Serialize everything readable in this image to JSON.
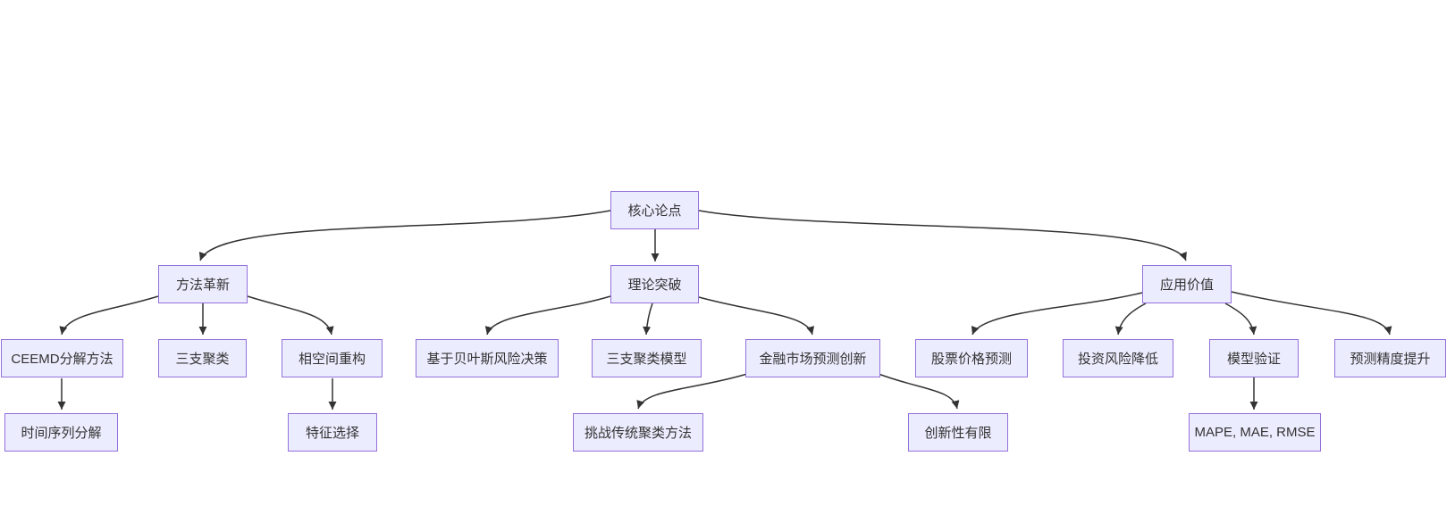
{
  "diagram": {
    "type": "flowchart-top-down",
    "nodes": {
      "core": {
        "id": "core",
        "label": "核心论点",
        "level": 1
      },
      "method": {
        "id": "method",
        "label": "方法革新",
        "level": 2
      },
      "theory": {
        "id": "theory",
        "label": "理论突破",
        "level": 2
      },
      "application": {
        "id": "application",
        "label": "应用价值",
        "level": 2
      },
      "ceemd": {
        "id": "ceemd",
        "label": "CEEMD分解方法",
        "level": 3
      },
      "three_way": {
        "id": "three_way",
        "label": "三支聚类",
        "level": 3
      },
      "phase_space": {
        "id": "phase_space",
        "label": "相空间重构",
        "level": 3
      },
      "bayes": {
        "id": "bayes",
        "label": "基于贝叶斯风险决策",
        "level": 3
      },
      "three_way_model": {
        "id": "three_way_model",
        "label": "三支聚类模型",
        "level": 3
      },
      "finance": {
        "id": "finance",
        "label": "金融市场预测创新",
        "level": 3
      },
      "stock": {
        "id": "stock",
        "label": "股票价格预测",
        "level": 3
      },
      "risk": {
        "id": "risk",
        "label": "投资风险降低",
        "level": 3
      },
      "validation": {
        "id": "validation",
        "label": "模型验证",
        "level": 3
      },
      "accuracy": {
        "id": "accuracy",
        "label": "预测精度提升",
        "level": 3
      },
      "time_series": {
        "id": "time_series",
        "label": "时间序列分解",
        "level": 4
      },
      "feature": {
        "id": "feature",
        "label": "特征选择",
        "level": 4
      },
      "challenge": {
        "id": "challenge",
        "label": "挑战传统聚类方法",
        "level": 4
      },
      "limited": {
        "id": "limited",
        "label": "创新性有限",
        "level": 4
      },
      "metrics": {
        "id": "metrics",
        "label": "MAPE, MAE, RMSE",
        "level": 4
      }
    },
    "edges": [
      [
        "core",
        "method"
      ],
      [
        "core",
        "theory"
      ],
      [
        "core",
        "application"
      ],
      [
        "method",
        "ceemd"
      ],
      [
        "method",
        "three_way"
      ],
      [
        "method",
        "phase_space"
      ],
      [
        "theory",
        "bayes"
      ],
      [
        "theory",
        "three_way_model"
      ],
      [
        "theory",
        "finance"
      ],
      [
        "application",
        "stock"
      ],
      [
        "application",
        "risk"
      ],
      [
        "application",
        "validation"
      ],
      [
        "application",
        "accuracy"
      ],
      [
        "finance",
        "challenge"
      ],
      [
        "finance",
        "limited"
      ],
      [
        "ceemd",
        "time_series"
      ],
      [
        "phase_space",
        "feature"
      ],
      [
        "validation",
        "metrics"
      ]
    ],
    "colors": {
      "node_fill": "#ECECFF",
      "node_border": "#9370DB",
      "edge": "#333333",
      "text": "#333333",
      "background": "#FFFFFF"
    }
  }
}
